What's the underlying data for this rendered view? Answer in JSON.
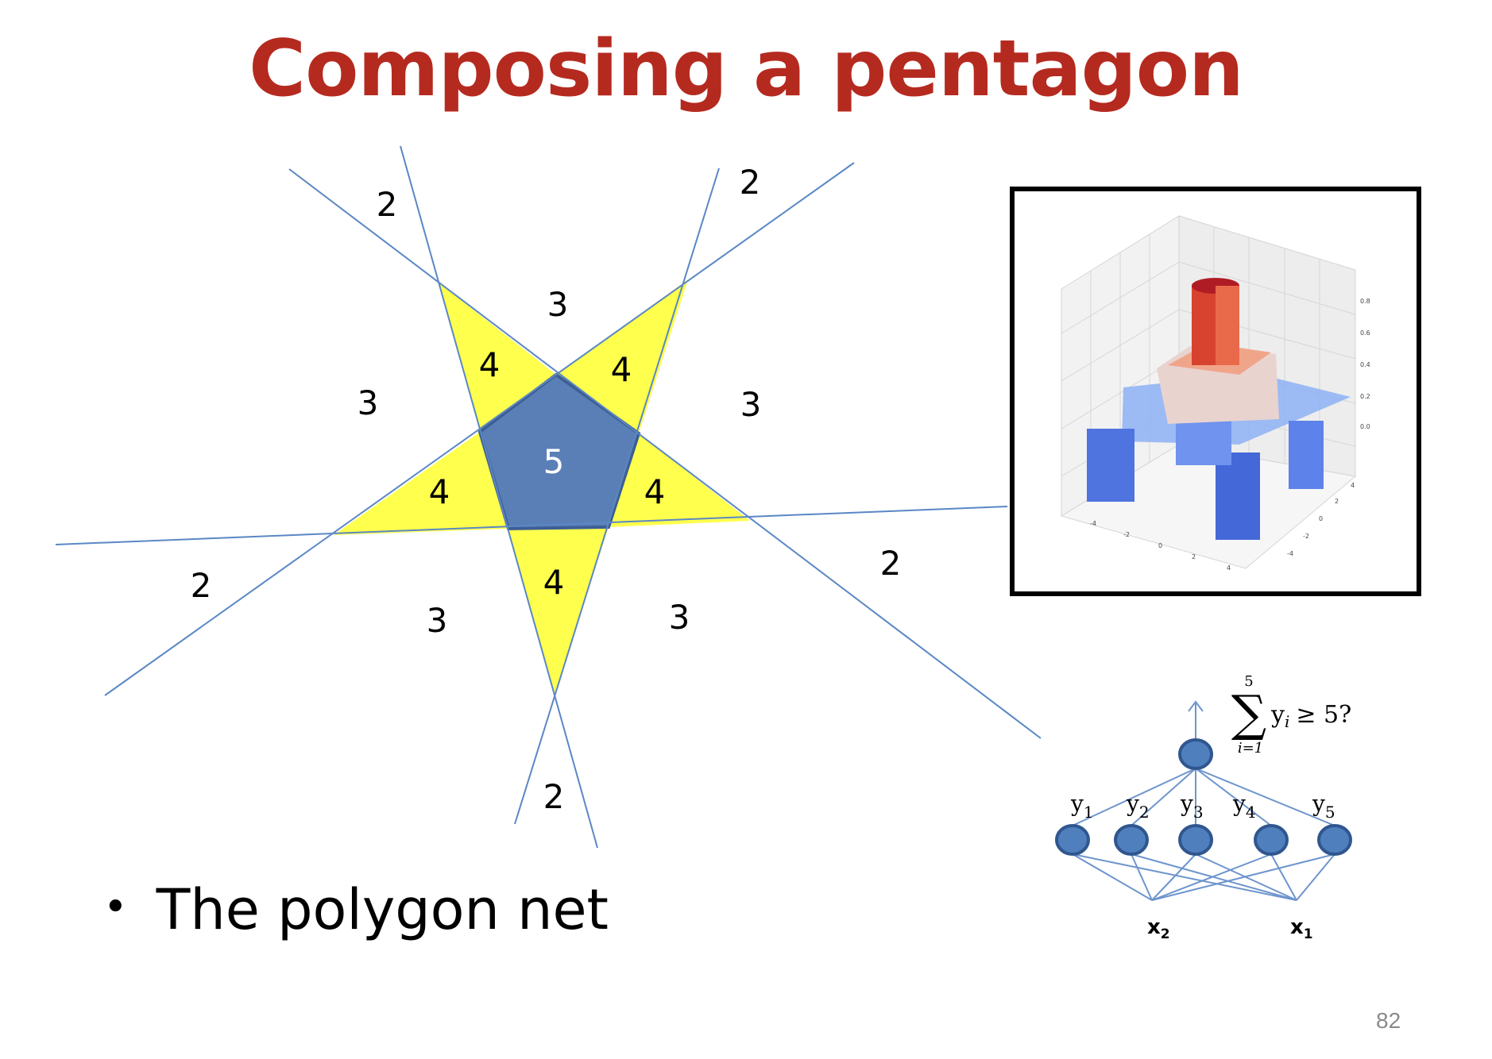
{
  "slide": {
    "title": "Composing a pentagon",
    "bullet": "The polygon net",
    "page_number": "82"
  },
  "diagram": {
    "region_labels": {
      "center": "5",
      "triangle": [
        "4",
        "4",
        "4",
        "4",
        "4"
      ],
      "inner": [
        "3",
        "3",
        "3",
        "3",
        "3"
      ],
      "outer": [
        "2",
        "2",
        "2",
        "2",
        "2"
      ]
    },
    "colors": {
      "pentagon_fill": "#5a7fb6",
      "triangle_fill": "#ffff4d",
      "line": "#5b87c5",
      "title": "#b52a1f"
    }
  },
  "network": {
    "hidden_labels": [
      "y1",
      "y2",
      "y3",
      "y4",
      "y5"
    ],
    "hidden_label_subscripts": [
      "1",
      "2",
      "3",
      "4",
      "5"
    ],
    "input_labels": [
      "x2",
      "x1"
    ],
    "input_label_subscripts": [
      "2",
      "1"
    ],
    "formula": {
      "upper": "5",
      "lower": "i=1",
      "body": "y",
      "body_subscript": "i",
      "condition": "≥ 5?"
    }
  },
  "surface_plot": {
    "z_ticks": [
      "0.8",
      "0.6",
      "0.4",
      "0.2",
      "0.0"
    ],
    "x_ticks": [
      "-4",
      "-2",
      "0",
      "2",
      "4"
    ],
    "y_ticks": [
      "4",
      "2",
      "0",
      "-2",
      "-4"
    ]
  }
}
